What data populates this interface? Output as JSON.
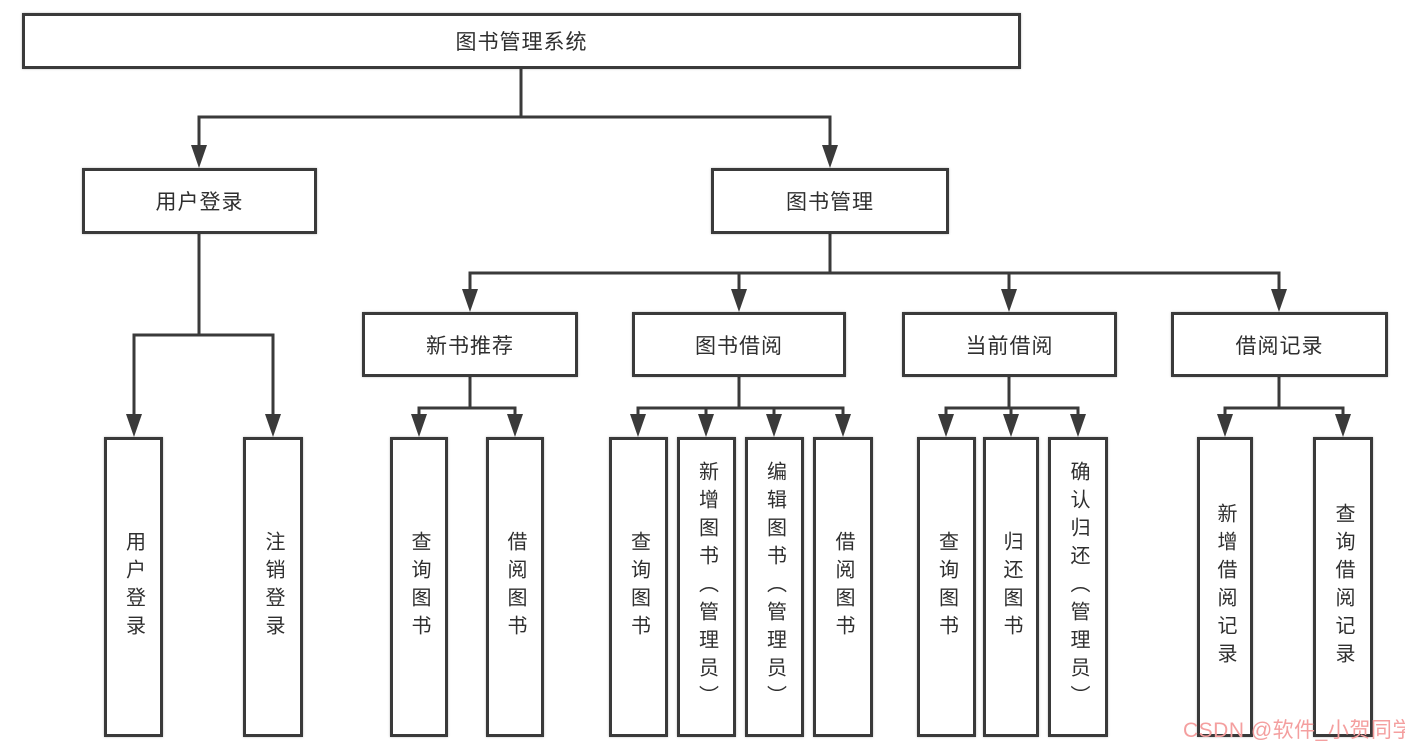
{
  "diagram": {
    "title": "图书管理系统",
    "nodes": {
      "root": "图书管理系统",
      "user_login": "用户登录",
      "book_mgmt": "图书管理",
      "new_book": "新书推荐",
      "book_borrow": "图书借阅",
      "current_borrow": "当前借阅",
      "borrow_record": "借阅记录",
      "leaf_user_login": "用户登录",
      "leaf_logout": "注销登录",
      "leaf_query_book_1": "查询图书",
      "leaf_borrow_book_1": "借阅图书",
      "leaf_query_book_2": "查询图书",
      "leaf_add_book": "新增图书（管理员）",
      "leaf_edit_book": "编辑图书（管理员）",
      "leaf_borrow_book_2": "借阅图书",
      "leaf_query_book_3": "查询图书",
      "leaf_return_book": "归还图书",
      "leaf_confirm_return": "确认归还（管理员）",
      "leaf_add_record": "新增借阅记录",
      "leaf_query_record": "查询借阅记录"
    },
    "colors": {
      "line": "#3a3a3a",
      "text": "#2f2f2f",
      "box_background": "#ffffff"
    }
  },
  "watermark": {
    "text": "CSDN @软件_小贺同学",
    "color": "#f49f9f"
  }
}
